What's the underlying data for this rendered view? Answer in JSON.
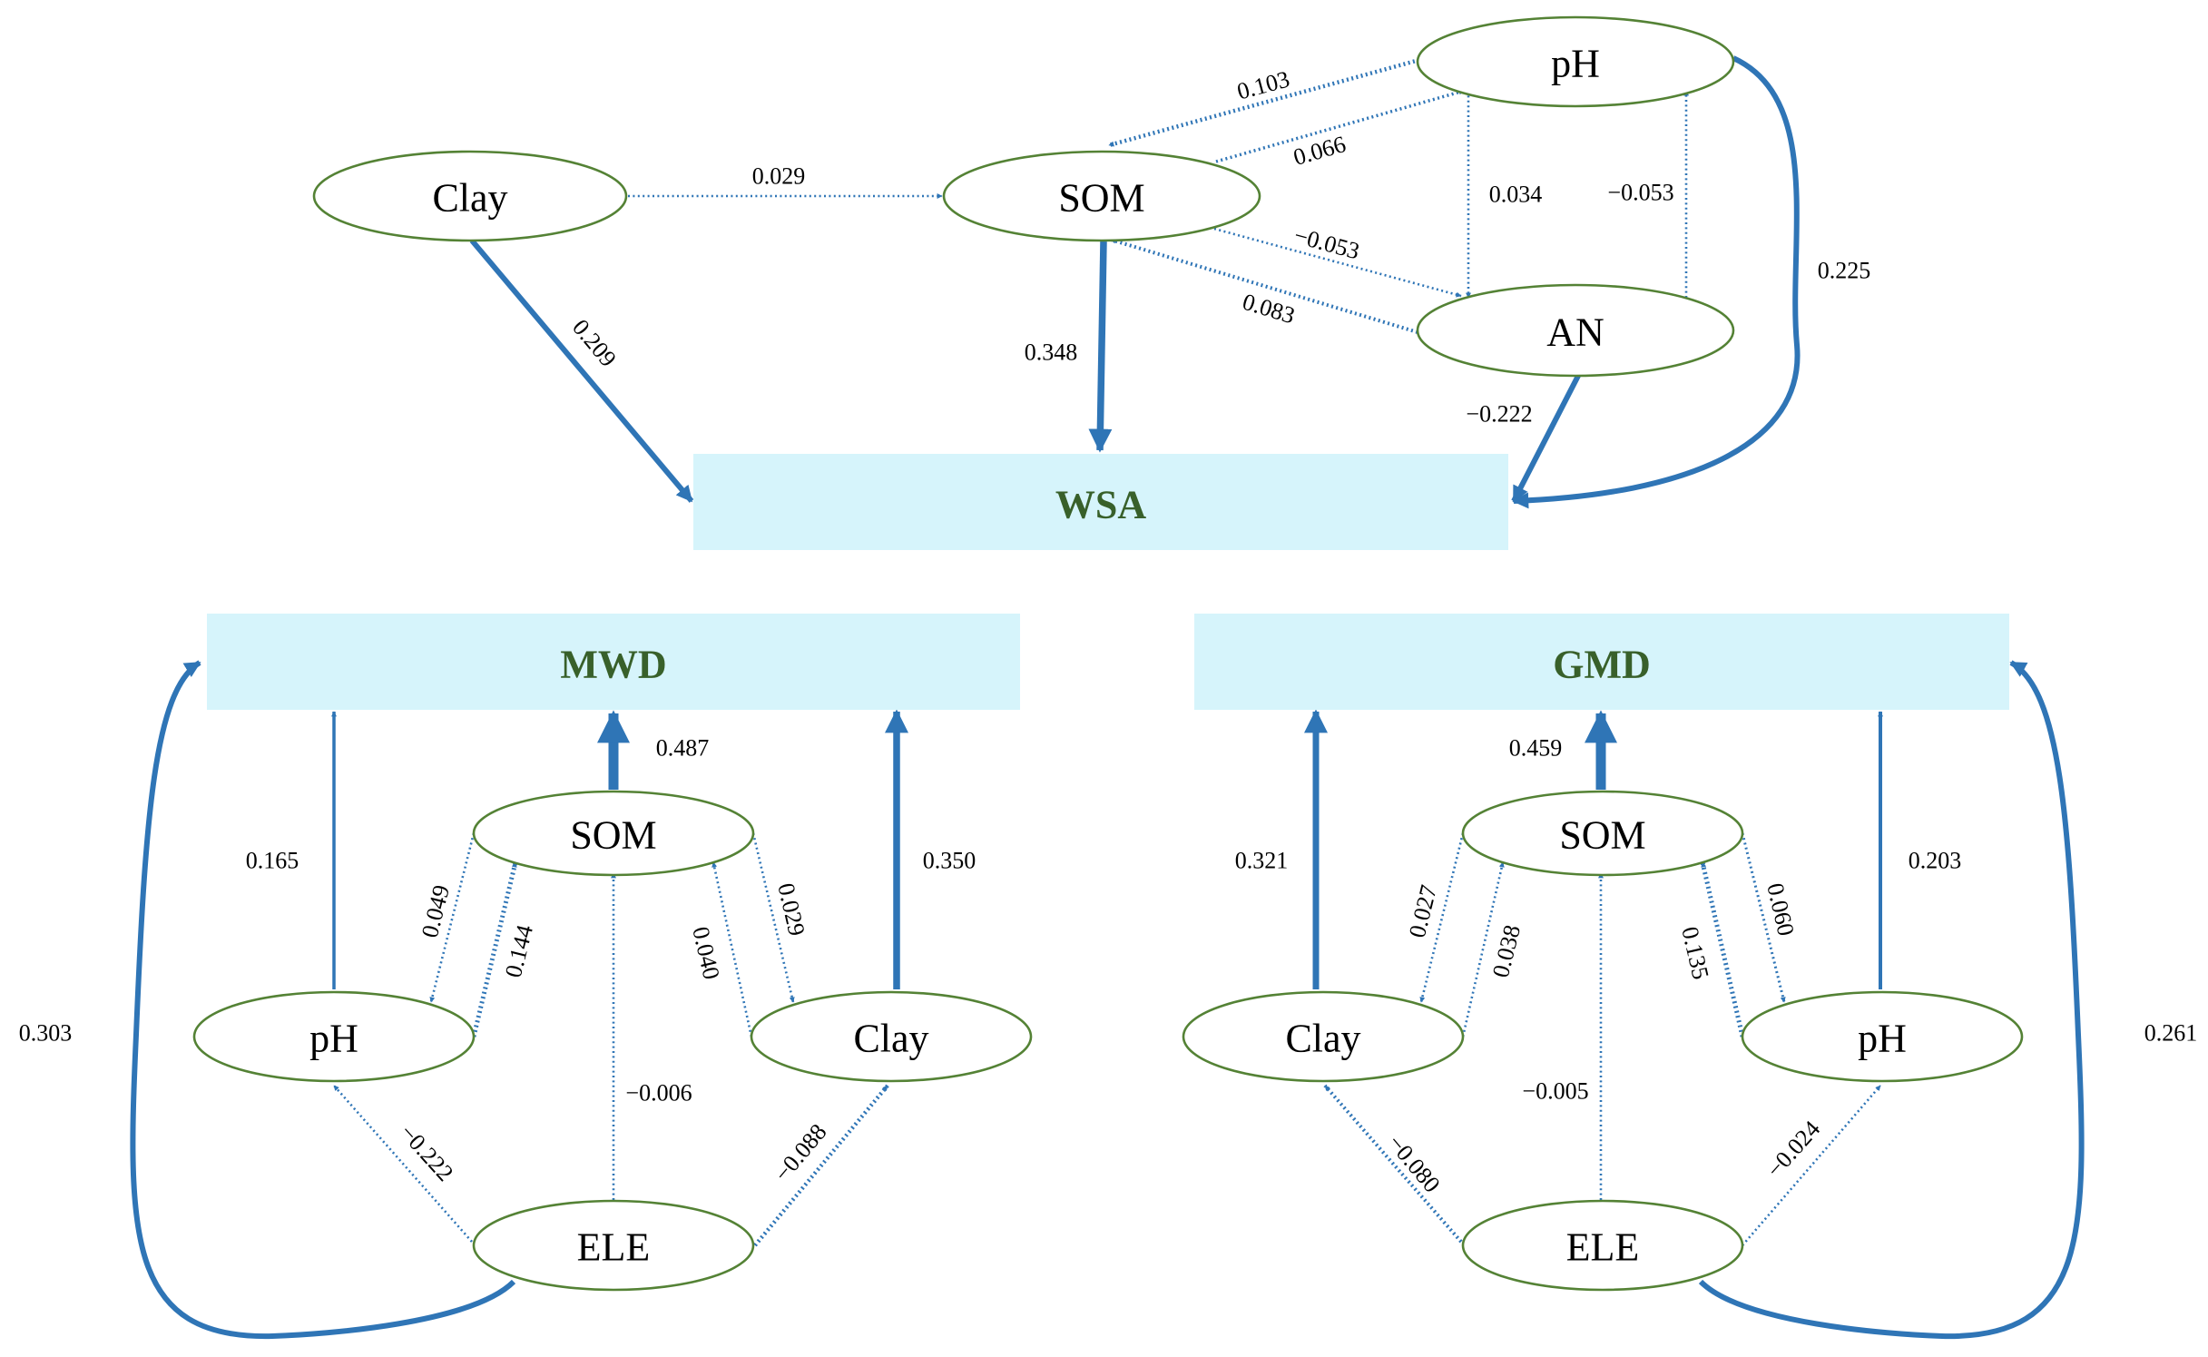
{
  "panels": {
    "wsa": {
      "outcome": "WSA",
      "nodes": {
        "clay": "Clay",
        "som": "SOM",
        "ph": "pH",
        "an": "AN"
      },
      "paths": {
        "clay_som": "0.029",
        "clay_wsa": "0.209",
        "som_wsa": "0.348",
        "ph_som": "0.103",
        "som_ph": "0.066",
        "ph_an": "0.034",
        "an_ph": "−0.053",
        "som_an": "−0.053",
        "an_som": "0.083",
        "an_wsa": "−0.222",
        "ph_wsa": "0.225"
      }
    },
    "mwd": {
      "outcome": "MWD",
      "nodes": {
        "som": "SOM",
        "ph": "pH",
        "clay": "Clay",
        "ele": "ELE"
      },
      "paths": {
        "som_mwd": "0.487",
        "ph_mwd": "0.165",
        "clay_mwd": "0.350",
        "som_ph": "0.049",
        "ph_som": "0.144",
        "clay_som": "0.040",
        "som_clay": "0.029",
        "ele_som": "−0.006",
        "ele_ph": "−0.222",
        "ele_clay": "−0.088",
        "ele_mwd": "0.303"
      }
    },
    "gmd": {
      "outcome": "GMD",
      "nodes": {
        "som": "SOM",
        "clay": "Clay",
        "ph": "pH",
        "ele": "ELE"
      },
      "paths": {
        "som_gmd": "0.459",
        "clay_gmd": "0.321",
        "ph_gmd": "0.203",
        "som_clay": "0.027",
        "clay_som": "0.038",
        "ph_som": "0.135",
        "som_ph": "0.060",
        "ele_som": "−0.005",
        "ele_clay": "−0.080",
        "ele_ph": "−0.024",
        "ele_gmd": "0.261"
      }
    }
  },
  "colors": {
    "arrow": "#2f75b6",
    "node_outline": "#548235",
    "outcome_fill": "#d6f4fb",
    "outcome_text": "#38602a"
  }
}
